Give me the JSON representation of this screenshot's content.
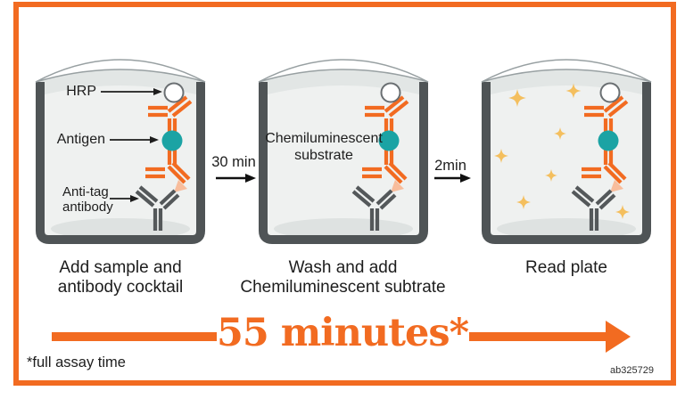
{
  "colors": {
    "accent_orange": "#F26B21",
    "antigen_teal": "#1BA3A4",
    "antibody_gray": "#54585A",
    "well_wall_gray": "#4F5456",
    "well_fill": "#EFF1F0",
    "sparkle_gold": "#F4BF5E",
    "tag_salmon": "#F8BD9C"
  },
  "labels": {
    "hrp": "HRP",
    "antigen": "Antigen",
    "anti_tag_line1": "Anti-tag",
    "anti_tag_line2": "antibody"
  },
  "well2_inner_label": {
    "line1": "Chemiluminescent",
    "line2": "substrate"
  },
  "transitions": [
    {
      "label": "30 min"
    },
    {
      "label": "2min"
    }
  ],
  "captions": [
    {
      "line1": "Add sample and",
      "line2": "antibody cocktail"
    },
    {
      "line1": "Wash and add",
      "line2": "Chemiluminescent subtrate"
    },
    {
      "line1": "Read plate"
    }
  ],
  "banner": {
    "text": "55 minutes*"
  },
  "footnote": "*full assay time",
  "ref_code": "ab325729",
  "icons": {
    "hrp": "white-circle",
    "antigen": "teal-dot",
    "sparkle": "four-point-star",
    "well": "open-cylinder-well",
    "antibody": "y-shape-double-bar"
  }
}
